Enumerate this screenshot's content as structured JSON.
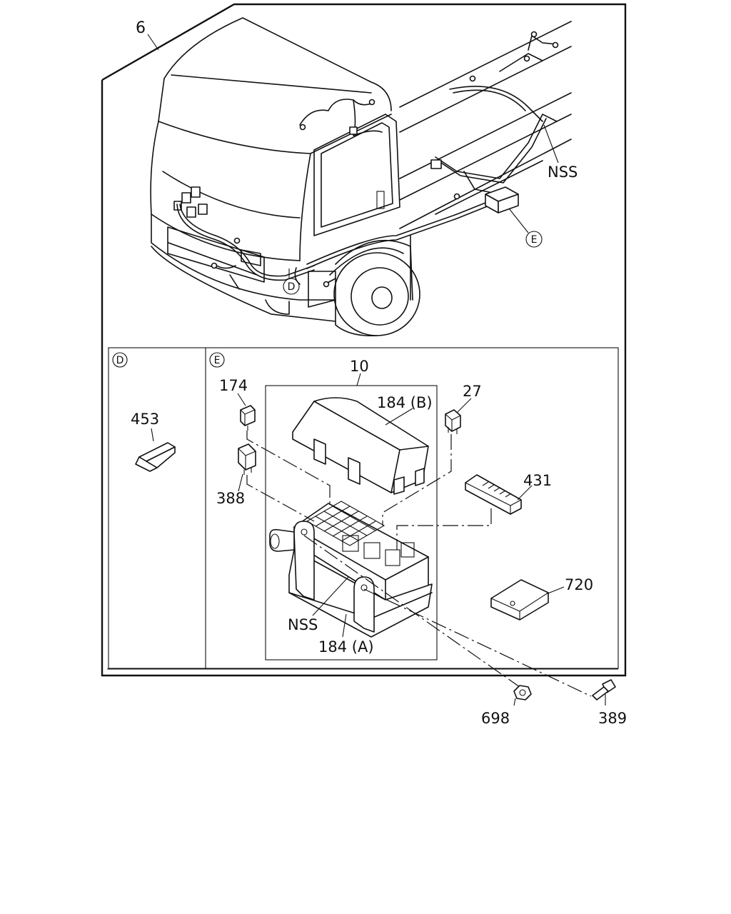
{
  "callouts": {
    "harness": "6",
    "nss_main": "NSS",
    "detail_e_marker": "E",
    "detail_d_marker": "D",
    "relay_box": "10",
    "box_cover": "184 (B)",
    "box_base": "184 (A)",
    "nss_box": "NSS",
    "relay_small": "174",
    "relay_large": "388",
    "fuse": "27",
    "fuse_holder": "431",
    "bracket": "720",
    "clip": "453",
    "nut": "698",
    "bolt": "389"
  },
  "panels": {
    "detail_d_title": "D",
    "detail_e_title": "E"
  }
}
